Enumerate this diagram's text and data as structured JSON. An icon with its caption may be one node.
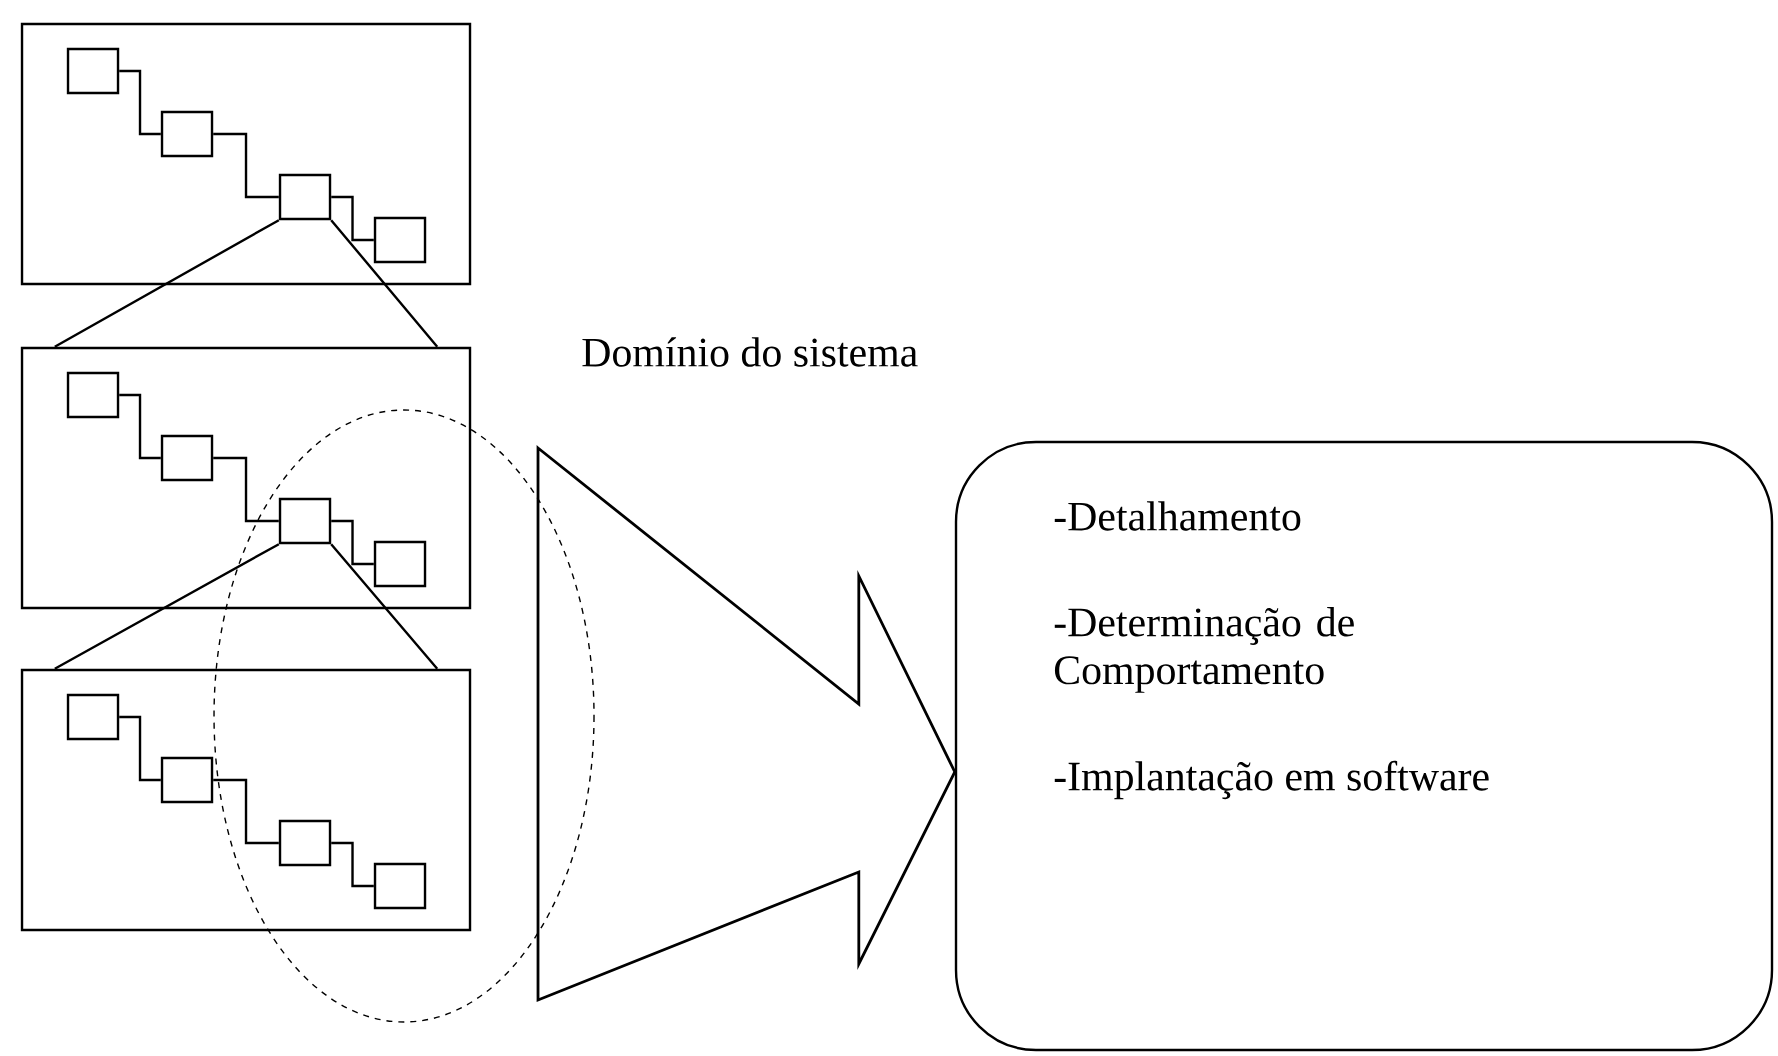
{
  "diagram": {
    "nodes": [
      {
        "text": [],
        "shape": "box"
      },
      {
        "text": [],
        "shape": "box",
        "in": 0
      },
      {
        "text": [],
        "shape": "box",
        "in": 0
      },
      {
        "text": [],
        "shape": "box",
        "in": 0
      },
      {
        "text": [],
        "shape": "box",
        "in": 0
      },
      {
        "text": [],
        "shape": "box"
      },
      {
        "text": [],
        "shape": "box",
        "in": 5
      },
      {
        "text": [],
        "shape": "box",
        "in": 5
      },
      {
        "text": [],
        "shape": "box",
        "in": 5
      },
      {
        "text": [],
        "shape": "box",
        "in": 5
      },
      {
        "text": [],
        "shape": "box"
      },
      {
        "text": [],
        "shape": "box",
        "in": 10
      },
      {
        "text": [],
        "shape": "box",
        "in": 10
      },
      {
        "text": [],
        "shape": "box",
        "in": 10
      },
      {
        "text": [],
        "shape": "box",
        "in": 10
      },
      {
        "text": [
          "-Detalhamento",
          "-Determinação de Comportamento",
          "-Implantação em software"
        ]
      }
    ],
    "edges": [
      {
        "from": 1,
        "to": 2,
        "arrow": "none"
      },
      {
        "from": 2,
        "to": 3,
        "arrow": "none"
      },
      {
        "from": 3,
        "to": 4,
        "arrow": "none"
      },
      {
        "from": 6,
        "to": 7,
        "arrow": "none"
      },
      {
        "from": 7,
        "to": 8,
        "arrow": "none"
      },
      {
        "from": 8,
        "to": 9,
        "arrow": "none"
      },
      {
        "from": 11,
        "to": 12,
        "arrow": "none"
      },
      {
        "from": 12,
        "to": 13,
        "arrow": "none"
      },
      {
        "from": 13,
        "to": 14,
        "arrow": "none"
      },
      {
        "from": 3,
        "to": 5,
        "arrow": "none"
      },
      {
        "from": 8,
        "to": 10,
        "arrow": "none"
      },
      {
        "from": null,
        "to": 15,
        "arrow": "to"
      }
    ],
    "labels": [
      "Domínio do sistema"
    ]
  }
}
